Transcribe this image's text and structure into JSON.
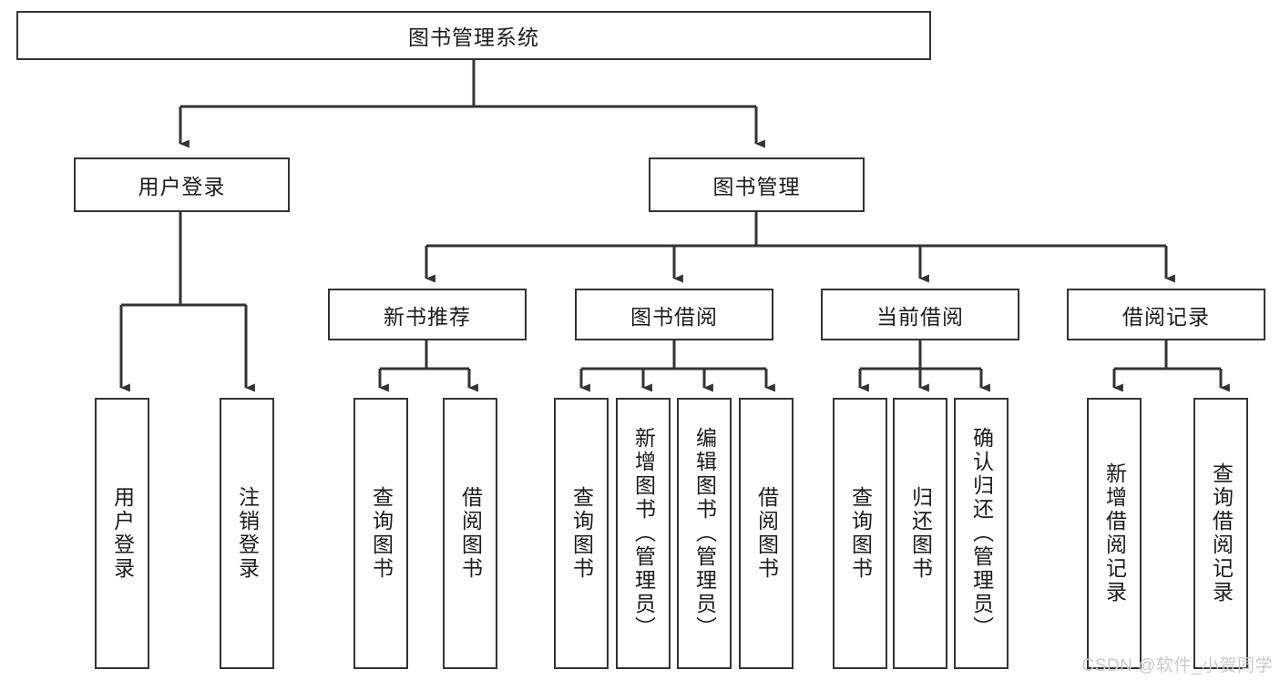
{
  "diagram": {
    "type": "tree-hierarchy",
    "title": "图书管理系统",
    "orientation": "top-down",
    "colors": {
      "box_border": "#333333",
      "box_fill": "#ffffff",
      "connector": "#333333",
      "text": "#1b1b1b",
      "watermark": "#c9c9c9"
    },
    "levels": [
      {
        "level": 0,
        "nodes": [
          {
            "id": "root",
            "label": "图书管理系统",
            "orientation": "horizontal"
          }
        ]
      },
      {
        "level": 1,
        "nodes": [
          {
            "id": "login",
            "label": "用户登录",
            "orientation": "horizontal",
            "parent": "root"
          },
          {
            "id": "bookmgmt",
            "label": "图书管理",
            "orientation": "horizontal",
            "parent": "root"
          }
        ]
      },
      {
        "level": 2,
        "nodes": [
          {
            "id": "newbook",
            "label": "新书推荐",
            "orientation": "horizontal",
            "parent": "bookmgmt"
          },
          {
            "id": "borrow",
            "label": "图书借阅",
            "orientation": "horizontal",
            "parent": "bookmgmt"
          },
          {
            "id": "current",
            "label": "当前借阅",
            "orientation": "horizontal",
            "parent": "bookmgmt"
          },
          {
            "id": "record",
            "label": "借阅记录",
            "orientation": "horizontal",
            "parent": "bookmgmt"
          }
        ]
      },
      {
        "level": 3,
        "nodes": [
          {
            "id": "leaf-user-login",
            "label": "用户登录",
            "orientation": "vertical",
            "parent": "login"
          },
          {
            "id": "leaf-user-logout",
            "label": "注销登录",
            "orientation": "vertical",
            "parent": "login"
          },
          {
            "id": "leaf-query-book-new",
            "label": "查询图书",
            "orientation": "vertical",
            "parent": "newbook"
          },
          {
            "id": "leaf-borrow-book-new",
            "label": "借阅图书",
            "orientation": "vertical",
            "parent": "newbook"
          },
          {
            "id": "leaf-query-book-borrow",
            "label": "查询图书",
            "orientation": "vertical",
            "parent": "borrow"
          },
          {
            "id": "leaf-add-book",
            "label": "新增图书（管理员）",
            "orientation": "vertical",
            "parent": "borrow"
          },
          {
            "id": "leaf-edit-book",
            "label": "编辑图书（管理员）",
            "orientation": "vertical",
            "parent": "borrow"
          },
          {
            "id": "leaf-borrow-book",
            "label": "借阅图书",
            "orientation": "vertical",
            "parent": "borrow"
          },
          {
            "id": "leaf-query-book-current",
            "label": "查询图书",
            "orientation": "vertical",
            "parent": "current"
          },
          {
            "id": "leaf-return-book",
            "label": "归还图书",
            "orientation": "vertical",
            "parent": "current"
          },
          {
            "id": "leaf-confirm-return",
            "label": "确认归还（管理员）",
            "orientation": "vertical",
            "parent": "current"
          },
          {
            "id": "leaf-add-record",
            "label": "新增借阅记录",
            "orientation": "vertical",
            "parent": "record"
          },
          {
            "id": "leaf-query-record",
            "label": "查询借阅记录",
            "orientation": "vertical",
            "parent": "record"
          }
        ]
      }
    ]
  },
  "watermark": {
    "text": "CSDN @软件_小贺同学"
  }
}
